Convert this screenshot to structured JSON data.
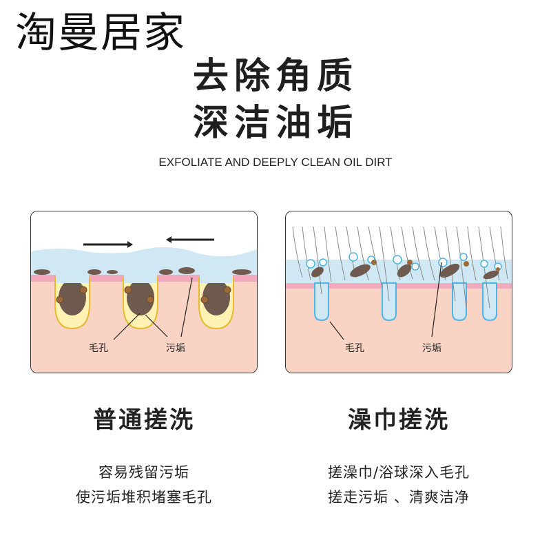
{
  "brand": "淘曼居家",
  "headline": {
    "line1": "去除角质",
    "line2": "深洁油垢"
  },
  "subtitle": "EXFOLIATE AND DEEPLY CLEAN OIL DIRT",
  "left_panel": {
    "label_pore": "毛孔",
    "label_dirt": "污垢",
    "title": "普通搓洗",
    "desc_line1": "容易残留污垢",
    "desc_line2": "使污垢堆积堵塞毛孔"
  },
  "right_panel": {
    "label_pore": "毛孔",
    "label_dirt": "污垢",
    "title": "澡巾搓洗",
    "desc_line1": "搓澡巾/浴球深入毛孔",
    "desc_line2": "搓走污垢 、清爽洁净"
  },
  "colors": {
    "skin": "#f9d3c4",
    "epidermis": "#f2a9bd",
    "water": "#cfe8f4",
    "dirt": "#6e5a4e",
    "sebum": "#fff2b3",
    "bubble": "#4ab4e6"
  }
}
